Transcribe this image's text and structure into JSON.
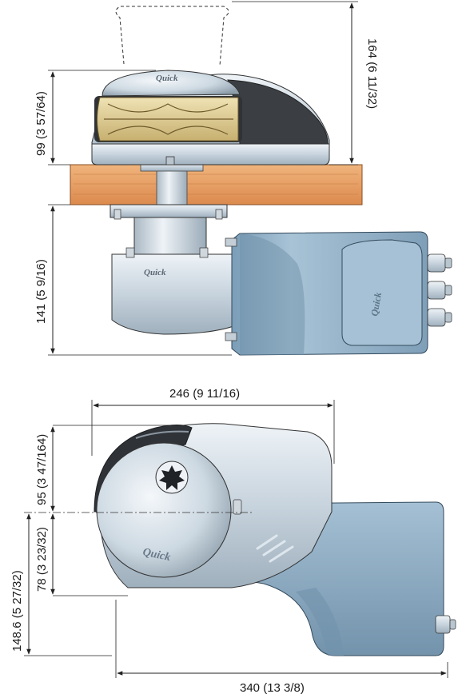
{
  "brand": "Quick",
  "dimensions": {
    "drum_height": "99 (3 57/64)",
    "total_clearance_height": "164 (6 11/32)",
    "below_deck_height": "141 (5 9/16)",
    "top_width": "246 (9 11/16)",
    "upper_half_height": "95 (3 47/164)",
    "lower_half_height": "78 (3 23/32)",
    "base_height": "148.6 (5 27/32)",
    "overall_length": "340 (13 3/8)"
  },
  "colors": {
    "motor_blue": "#8fb0c8",
    "motor_dark": "#6a8ca6",
    "chrome": "#c9d6e0",
    "deck_wood": "#e8a064",
    "gold": "#d8c58a",
    "dark_grey": "#3b3f44"
  }
}
